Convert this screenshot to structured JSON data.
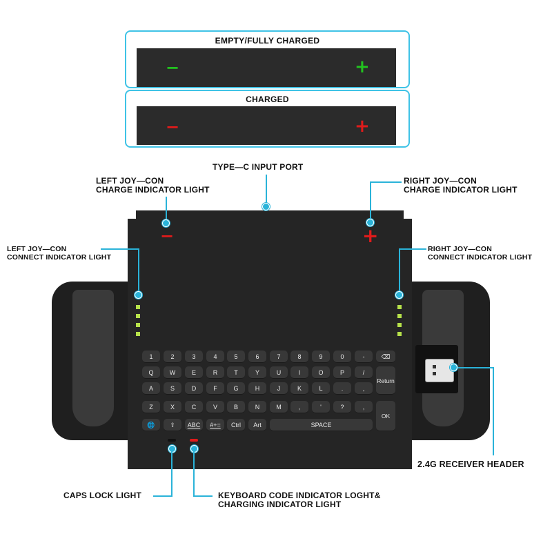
{
  "panels": {
    "top": {
      "title": "EMPTY/FULLY CHARGED",
      "minus": "−",
      "plus": "+",
      "minus_color": "#22c21f",
      "plus_color": "#22c21f"
    },
    "bottom": {
      "title": "CHARGED",
      "minus": "−",
      "plus": "+",
      "minus_color": "#e01b1b",
      "plus_color": "#e01b1b"
    }
  },
  "labels": {
    "typec": "TYPE—C INPUT PORT",
    "left_charge_1": "LEFT JOY—CON",
    "left_charge_2": "CHARGE INDICATOR LIGHT",
    "right_charge_1": "RIGHT JOY—CON",
    "right_charge_2": "CHARGE INDICATOR LIGHT",
    "left_connect_1": "LEFT JOY—CON",
    "left_connect_2": "CONNECT INDICATOR LIGHT",
    "right_connect_1": "RIGHT JOY—CON",
    "right_connect_2": "CONNECT INDICATOR LIGHT",
    "receiver": "2.4G RECEIVER HEADER",
    "caps": "CAPS LOCK LIGHT",
    "keyboard_1": "KEYBOARD CODE INDICATOR LOGHT&",
    "keyboard_2": "CHARGING INDICATOR LIGHT"
  },
  "device": {
    "minus": "−",
    "plus": "+",
    "accent": "#2ab3d9",
    "led_color": "#b6e14a",
    "indicator_red": "#e01b1b"
  },
  "keyboard": {
    "row1": [
      "1",
      "2",
      "3",
      "4",
      "5",
      "6",
      "7",
      "8",
      "9",
      "0",
      "-",
      "⌫"
    ],
    "row2": [
      "Q",
      "W",
      "E",
      "R",
      "T",
      "Y",
      "U",
      "I",
      "O",
      "P",
      "/"
    ],
    "row3": [
      "A",
      "S",
      "D",
      "F",
      "G",
      "H",
      "J",
      "K",
      "L",
      ".",
      ","
    ],
    "row4": [
      "Z",
      "X",
      "C",
      "V",
      "B",
      "N",
      "M",
      ",",
      "'",
      "?"
    ],
    "row5_globe": "🌐",
    "row5_shift": "⇧",
    "row5_abc": "ABC",
    "row5_sym": "#+=",
    "row5_ctrl": "Ctrl",
    "row5_art": "Art",
    "space": "SPACE",
    "return": "Return",
    "ok": "OK"
  }
}
